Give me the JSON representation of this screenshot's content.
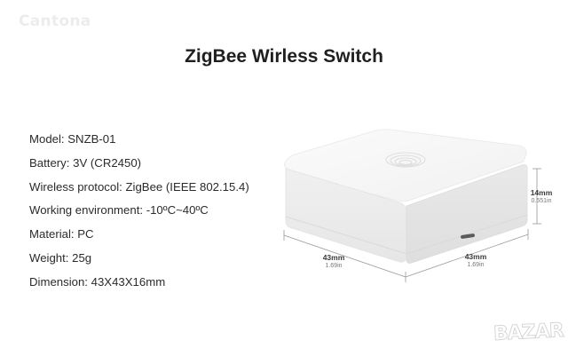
{
  "watermark": {
    "text": "Cantona"
  },
  "title": "ZigBee Wirless Switch",
  "specs": [
    "Model: SNZB-01",
    "Battery: 3V (CR2450)",
    "Wireless protocol: ZigBee (IEEE 802.15.4)",
    "Working environment: -10ºC~40ºC",
    "Material: PC",
    "Weight: 25g",
    "Dimension: 43X43X16mm"
  ],
  "dimensions": {
    "height": {
      "mm": "14mm",
      "in": "0.551in"
    },
    "length": {
      "mm": "43mm",
      "in": "1.69in"
    },
    "width": {
      "mm": "43mm",
      "in": "1.69in"
    }
  },
  "logo": {
    "text": "BAZAR"
  },
  "colors": {
    "title": "#1f1f1f",
    "text": "#2b2b2b",
    "device": "#f3f3f3"
  }
}
